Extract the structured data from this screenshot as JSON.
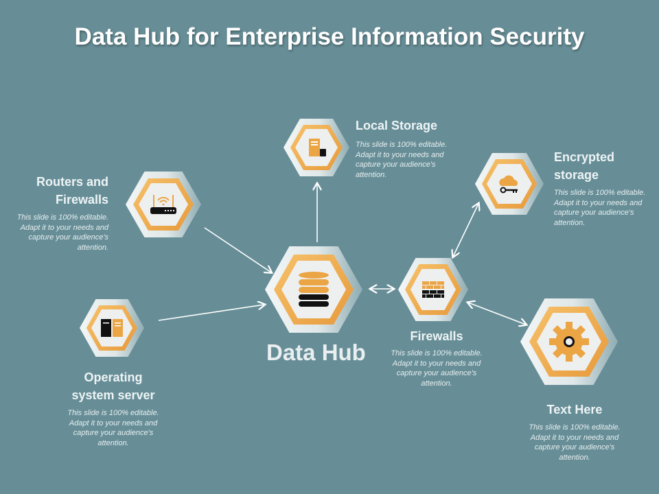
{
  "title": "Data Hub for Enterprise Information Security",
  "hub": {
    "label": "Data Hub"
  },
  "nodes": {
    "local_storage": {
      "title": "Local Storage",
      "desc": "This slide is 100% editable. Adapt it to your needs and capture your audience's attention."
    },
    "routers": {
      "title_line1": "Routers and",
      "title_line2": "Firewalls",
      "desc": "This slide is 100% editable. Adapt it to your needs and capture your audience's attention."
    },
    "encrypted": {
      "title_line1": "Encrypted",
      "title_line2": "storage",
      "desc": "This slide is 100% editable. Adapt it to your needs and capture your audience's attention."
    },
    "os_server": {
      "title_line1": "Operating",
      "title_line2": "system server",
      "desc": "This slide is 100% editable. Adapt it to your needs and capture your audience's attention."
    },
    "firewalls": {
      "title": "Firewalls",
      "desc": "This slide is 100% editable. Adapt it to your needs and capture your audience's attention."
    },
    "text_here": {
      "title": "Text Here",
      "desc": "This slide is 100% editable. Adapt it to your needs and capture your audience's attention."
    }
  },
  "colors": {
    "background": "#678e97",
    "orange": "#eba545",
    "black": "#111111"
  }
}
